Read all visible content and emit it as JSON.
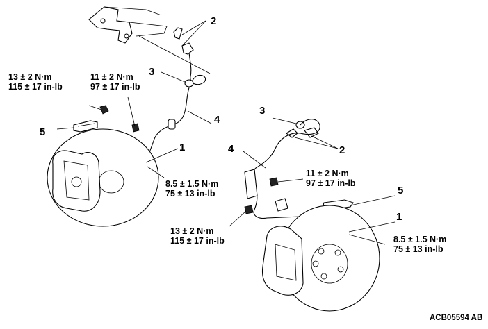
{
  "callouts": {
    "left": {
      "n1": "1",
      "n2": "2",
      "n3": "3",
      "n4": "4",
      "n5": "5",
      "torque_bracket_bolt": [
        "13 ± 2 N·m",
        "115 ± 17 in-lb"
      ],
      "torque_clip_bolt": [
        "11 ± 2 N·m",
        "97 ± 17 in-lb"
      ],
      "torque_sensor_bolt": [
        "8.5 ± 1.5 N·m",
        "75 ± 13 in-lb"
      ]
    },
    "right": {
      "n1": "1",
      "n2": "2",
      "n3": "3",
      "n4": "4",
      "n5": "5",
      "torque_clip_bolt": [
        "11 ± 2 N·m",
        "97 ± 17 in-lb"
      ],
      "torque_bracket_bolt": [
        "13 ± 2 N·m",
        "115 ± 17 in-lb"
      ],
      "torque_sensor_bolt": [
        "8.5 ± 1.5 N·m",
        "75 ± 13 in-lb"
      ]
    }
  },
  "figure_code": "ACB05594 AB"
}
